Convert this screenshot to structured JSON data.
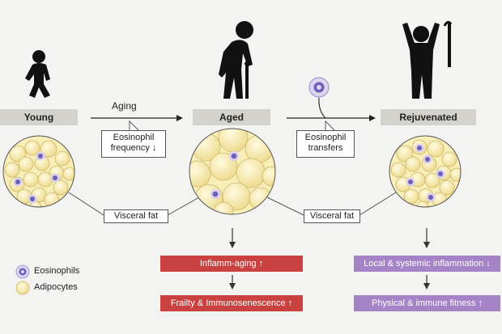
{
  "stages": {
    "young": "Young",
    "aged": "Aged",
    "rejuvenated": "Rejuvenated"
  },
  "arrows": {
    "aging_label": "Aging",
    "aging_callout_line1": "Eosinophil",
    "aging_callout_line2": "frequency ↓",
    "transfer_callout_line1": "Eosinophil",
    "transfer_callout_line2": "transfers"
  },
  "visceral_fat_label": "Visceral fat",
  "aged_outcomes": {
    "first": "Inflamm-aging ↑",
    "second": "Frailty & Immunosenescence ↑"
  },
  "rejuvenated_outcomes": {
    "first": "Local & systemic inflammation ↓",
    "second": "Physical & immune fitness ↑"
  },
  "legend": {
    "eosinophils": "Eosinophils",
    "adipocytes": "Adipocytes"
  },
  "colors": {
    "background": "#f3f3f1",
    "stage_label_bg": "#d3d2cd",
    "adipocyte_fill": "#f4e7a6",
    "adipocyte_stroke": "#c9b86a",
    "eosinophil_outer": "#d8d0ee",
    "eosinophil_inner": "#6f5fb5",
    "red_bar": "#c9423f",
    "purple_bar": "#a683c6",
    "figure": "#111111"
  },
  "icons": [
    "child-figure-icon",
    "elderly-with-cane-icon",
    "arms-raised-cane-icon",
    "eosinophil-cell-icon",
    "adipocyte-cell-icon"
  ]
}
